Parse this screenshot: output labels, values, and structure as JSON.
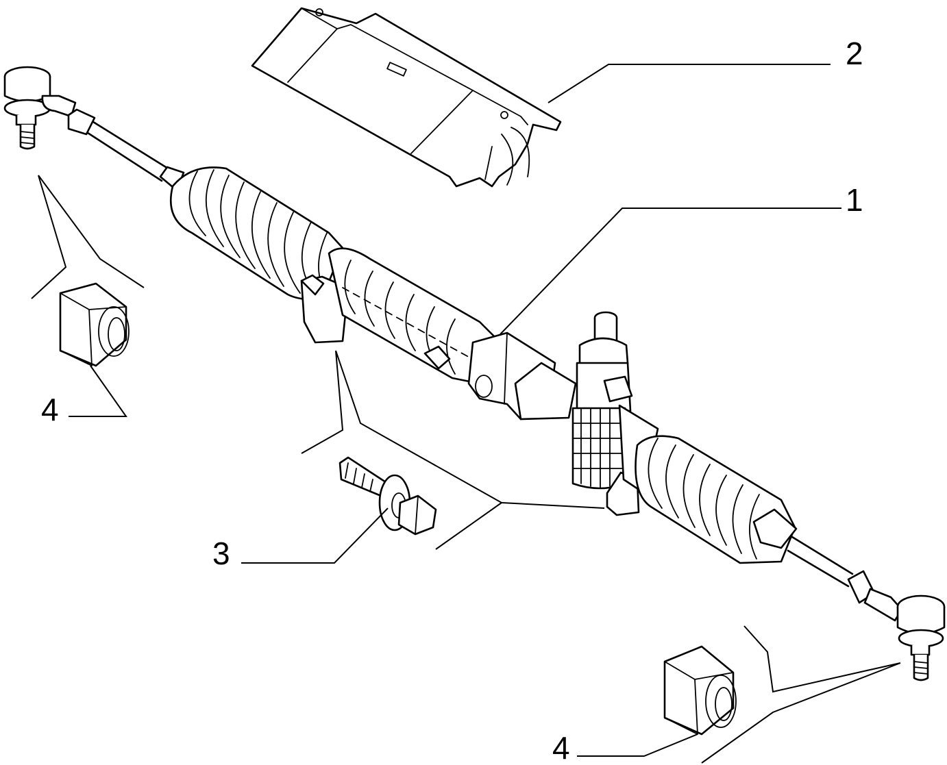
{
  "callouts": [
    {
      "id": "1",
      "text": "1"
    },
    {
      "id": "2",
      "text": "2"
    },
    {
      "id": "3",
      "text": "3"
    },
    {
      "id": "4a",
      "text": "4"
    },
    {
      "id": "4b",
      "text": "4"
    }
  ]
}
